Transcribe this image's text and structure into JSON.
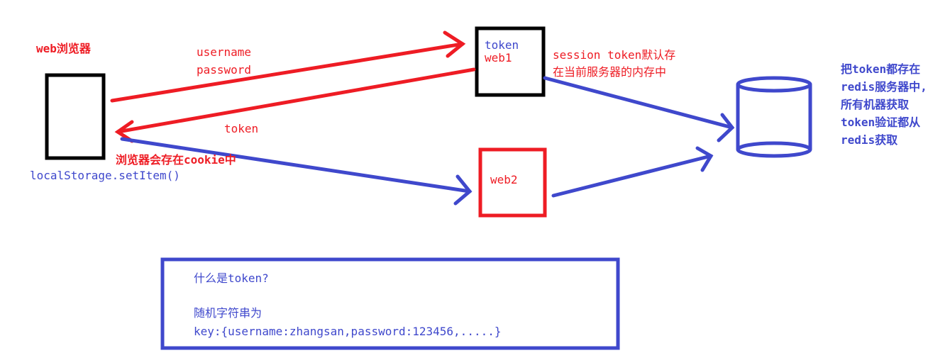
{
  "colors": {
    "red": "#ee1c24",
    "blue": "#3f48cc",
    "black": "#000000"
  },
  "browser": {
    "title": "web浏览器",
    "cookie_note": "浏览器会存在cookie中",
    "storage_call": "localStorage.setItem()"
  },
  "login_request": {
    "username": "username",
    "password": "password"
  },
  "token_response": "token",
  "web1": {
    "token": "token",
    "name": "web1",
    "session_note_line1": "session token默认存",
    "session_note_line2": "在当前服务器的内存中"
  },
  "web2": {
    "name": "web2"
  },
  "redis_note": [
    "把token都存在",
    "redis服务器中,",
    "所有机器获取",
    "token验证都从",
    "redis获取"
  ],
  "token_definition": {
    "question": "什么是token?",
    "line1": "随机字符串为",
    "line2": "key:{username:zhangsan,password:123456,.....}"
  }
}
